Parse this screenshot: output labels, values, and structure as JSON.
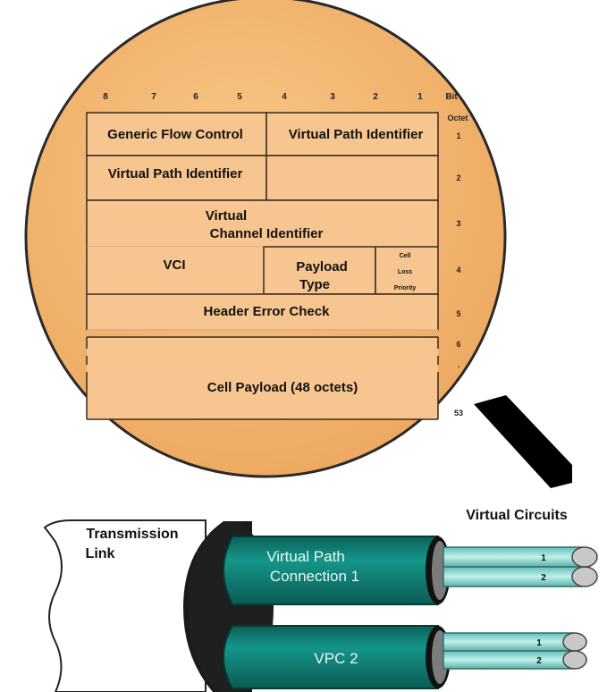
{
  "header": {
    "bit_numbers": [
      "8",
      "7",
      "6",
      "5",
      "4",
      "3",
      "2",
      "1"
    ],
    "bit_label": "Bit",
    "octet_label": "Octet"
  },
  "fields": {
    "gfc": "Generic Flow Control",
    "vpi_top": "Virtual Path Identifier",
    "vpi_second": "Virtual Path Identifier",
    "vci_line1": "Virtual",
    "vci_line2": "Channel Identifier",
    "vci_short": "VCI",
    "pt_line1": "Payload",
    "pt_line2": "Type",
    "clp_line1": "Cell",
    "clp_line2": "Loss",
    "clp_line3": "Priority",
    "hec": "Header Error Check",
    "payload": "Cell Payload (48 octets)"
  },
  "octets": [
    "1",
    "2",
    "3",
    "4",
    "5",
    "6",
    ".",
    ".",
    "53"
  ],
  "cable": {
    "transmission_line1": "Transmission",
    "transmission_line2": "Link",
    "virtual_circuits": "Virtual Circuits",
    "vpc1_line1": "Virtual Path",
    "vpc1_line2": "Connection 1",
    "vpc2": "VPC 2",
    "vc_numbers": [
      "1",
      "2",
      "1",
      "2"
    ]
  },
  "colors": {
    "lens": "#f4b774",
    "cell_fill": "#f7c690",
    "vpc": "#0f7d72",
    "vc": "#8fd8d2",
    "handle": "#000000"
  }
}
